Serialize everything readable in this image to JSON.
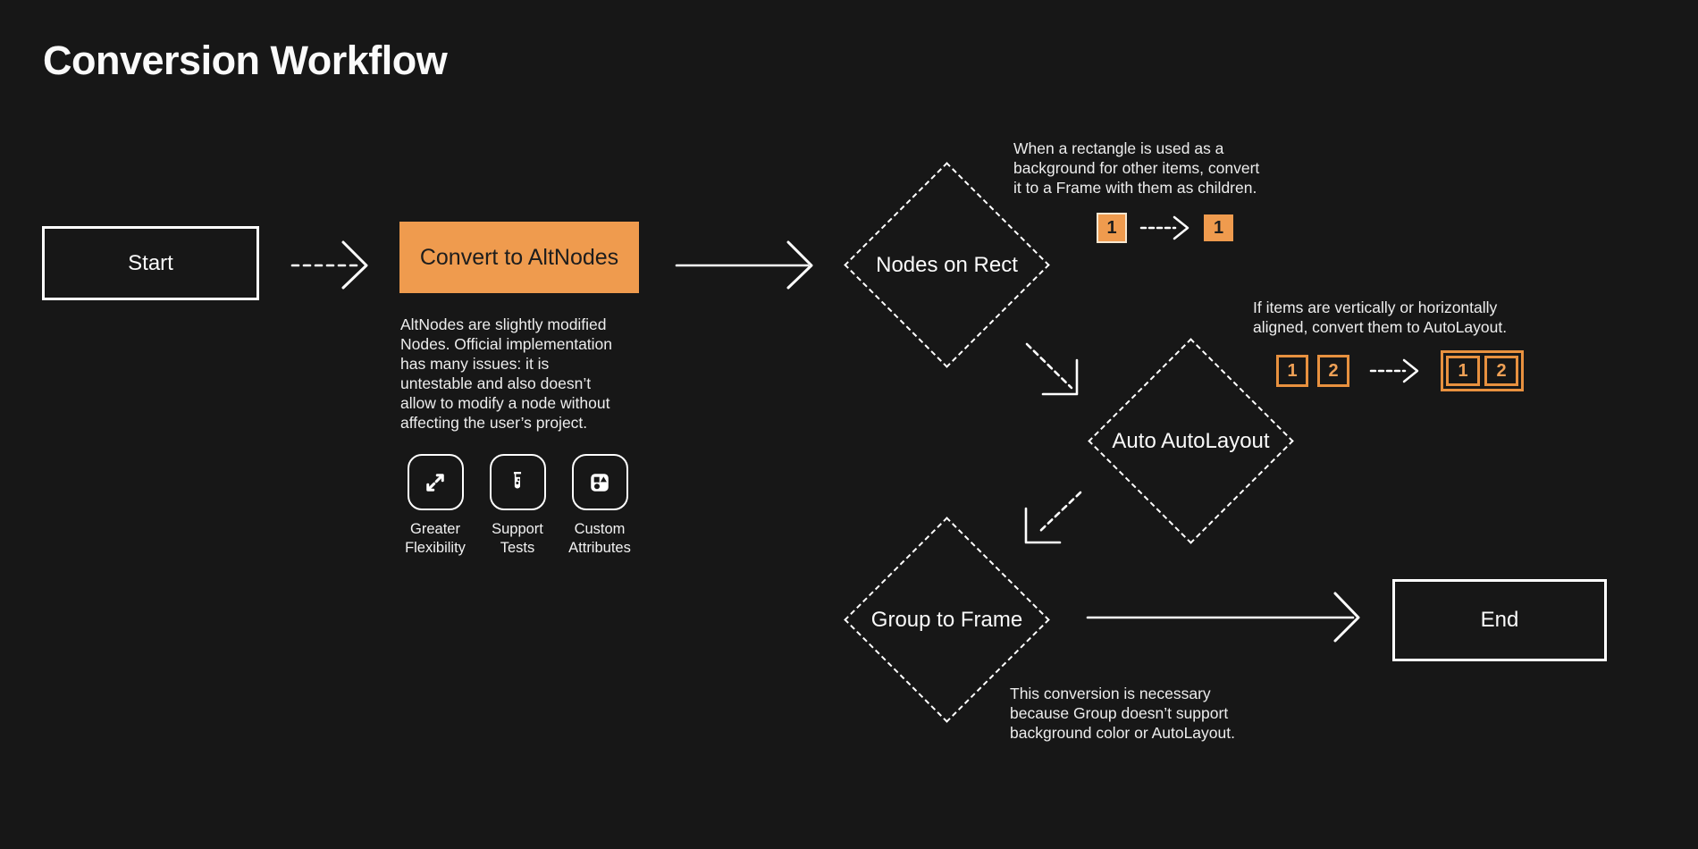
{
  "title": "Conversion Workflow",
  "colors": {
    "background": "#171717",
    "accent_orange": "#EF9B4E",
    "outline_orange": "#E8913F",
    "white": "#FFFFFF",
    "dark_text": "#1D1D1D"
  },
  "flow": {
    "start": {
      "label": "Start"
    },
    "convert_to_altnodes": {
      "label": "Convert to AltNodes",
      "description": "AltNodes are slightly modified\nNodes. Official implementation\nhas many issues: it is\nuntestable and also doesn’t\nallow to modify a node without\naffecting the user’s project.",
      "features": [
        {
          "icon": "expand-arrows-icon",
          "label": "Greater\nFlexibility"
        },
        {
          "icon": "test-tube-icon",
          "label": "Support\nTests"
        },
        {
          "icon": "shapes-icon",
          "label": "Custom\nAttributes"
        }
      ]
    },
    "nodes_on_rect": {
      "label": "Nodes on Rect",
      "note": "When a rectangle is used as a\nbackground for other items, convert\nit to a Frame with them as children.",
      "demo": {
        "before": "1",
        "after": "1"
      }
    },
    "auto_autolayout": {
      "label": "Auto AutoLayout",
      "note": "If items are vertically or horizontally\naligned, convert them to AutoLayout.",
      "demo": {
        "item1": "1",
        "item2": "2",
        "grouped1": "1",
        "grouped2": "2"
      }
    },
    "group_to_frame": {
      "label": "Group to Frame",
      "note": "This conversion is necessary\nbecause Group doesn’t support\nbackground color or AutoLayout."
    },
    "end": {
      "label": "End"
    }
  }
}
